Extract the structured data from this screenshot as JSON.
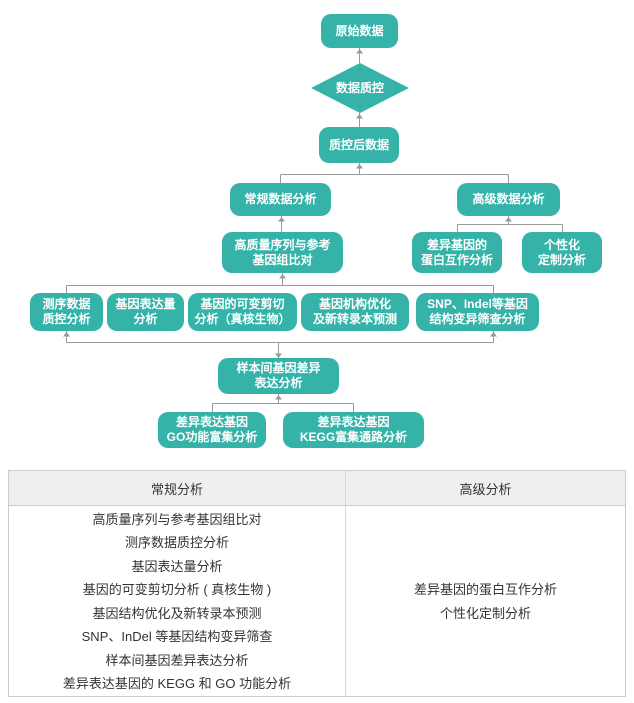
{
  "colors": {
    "node_fill": "#35b3a9",
    "node_text": "#ffffff",
    "connector": "#9a9a9a",
    "table_border": "#cccccc",
    "table_header_bg": "#efefef",
    "table_text": "#333333"
  },
  "flowchart": {
    "nodes": {
      "raw_data": "原始数据",
      "qc_diamond": "数据质控",
      "post_qc": "质控后数据",
      "regular": "常规数据分析",
      "advanced": "高级数据分析",
      "align": "高质量序列与参考\n基因组比对",
      "ppi": "差异基因的\n蛋白互作分析",
      "custom": "个性化\n定制分析",
      "seq_qc": "测序数据\n质控分析",
      "expression": "基因表达量\n分析",
      "splicing": "基因的可变剪切\n分析（真核生物）",
      "structure": "基因机构优化\n及新转录本预测",
      "snp": "SNP、Indel等基因\n结构变异筛查分析",
      "diff_expr": "样本间基因差异\n表达分析",
      "go": "差异表达基因\nGO功能富集分析",
      "kegg": "差异表达基因\nKEGG富集通路分析"
    }
  },
  "table": {
    "headers": [
      "常规分析",
      "高级分析"
    ],
    "regular_items": [
      "高质量序列与参考基因组比对",
      "测序数据质控分析",
      "基因表达量分析",
      "基因的可变剪切分析 ( 真核生物 )",
      "基因结构优化及新转录本预测",
      "SNP、InDel 等基因结构变异筛查",
      "样本间基因差异表达分析",
      "差异表达基因的 KEGG 和 GO 功能分析"
    ],
    "advanced_items": [
      "差异基因的蛋白互作分析",
      "个性化定制分析"
    ]
  }
}
